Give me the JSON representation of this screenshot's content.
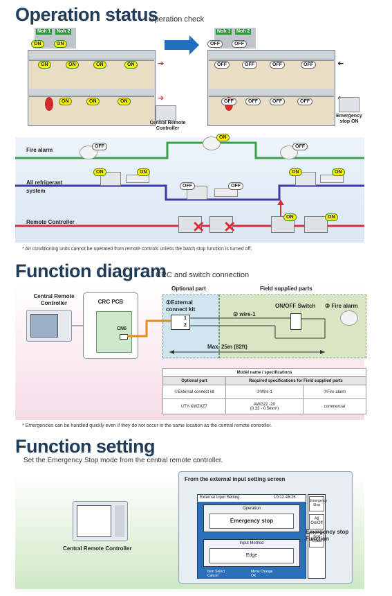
{
  "section1": {
    "title": "Operation status",
    "subtitle": "Operation check"
  },
  "labels": {
    "on": "ON",
    "off": "OFF",
    "tag": "Noh 1",
    "tag2": "Noh 2"
  },
  "crc_left": "Central Remote Controller",
  "crc_right": "Emergency stop ON",
  "rows": {
    "fire": "Fire alarm",
    "refrigerant": "All refrigerant system",
    "remote": "Remote Controller"
  },
  "note1": "* Air conditioning units cannot be operated from remote controls unless the batch stop function is turned off.",
  "section2": {
    "title": "Function diagram",
    "subtitle": "CRC and switch connection"
  },
  "diagram": {
    "crc": "Central Remote Controller",
    "crc_pcb": "CRC PCB",
    "cn6": "CN6",
    "optional_part": "Optional part",
    "field_parts": "Field supplied parts",
    "ext_kit": "①External connect kit",
    "wire": "② wire-1",
    "switch": "ON/OFF Switch",
    "fire_alarm": "③ Fire alarm",
    "max": "Max. 25m (82ft)",
    "t1": "1",
    "t2": "2"
  },
  "spec_table": {
    "title": "Model name / specifications",
    "headers": [
      "Optional part",
      "Required specifications for Field supplied parts"
    ],
    "cols": [
      "①External connect kit",
      "②Wire-1",
      "③Fire alarm"
    ],
    "row": [
      "UTY-XWZXZ7",
      "AWG22 -20\n(0.33 - 0.5mm²)",
      "commercial"
    ]
  },
  "note2": "* Emergencies can be handled quickly even if they do not occur in the same location as the central remote controller.",
  "section3": {
    "title": "Function setting",
    "subtitle": "Set the Emergency Stop mode from the central remote controller."
  },
  "setting": {
    "crc_label": "Central Remote Controller",
    "screen_title": "From the external input setting screen",
    "screen_head": "External Input Setting",
    "screen_date": "10/12 46:26",
    "operation_lbl": "Operation",
    "operation_val": "Emergency stop",
    "input_lbl": "Input Method",
    "input_val": "Edge",
    "side1": "Emergency Stop",
    "side2": "All On/Off",
    "side3": "Not Used",
    "foot1": "Item Select",
    "foot2": "Cancel",
    "foot3": "Menu Change",
    "foot4": "OK",
    "func": "Emergency stop Function"
  },
  "colors": {
    "title": "#1f3b57",
    "green_line": "#3aa04a",
    "blue_line": "#3a3aa0",
    "red_line": "#e02a3a",
    "orange": "#e88a1a"
  }
}
